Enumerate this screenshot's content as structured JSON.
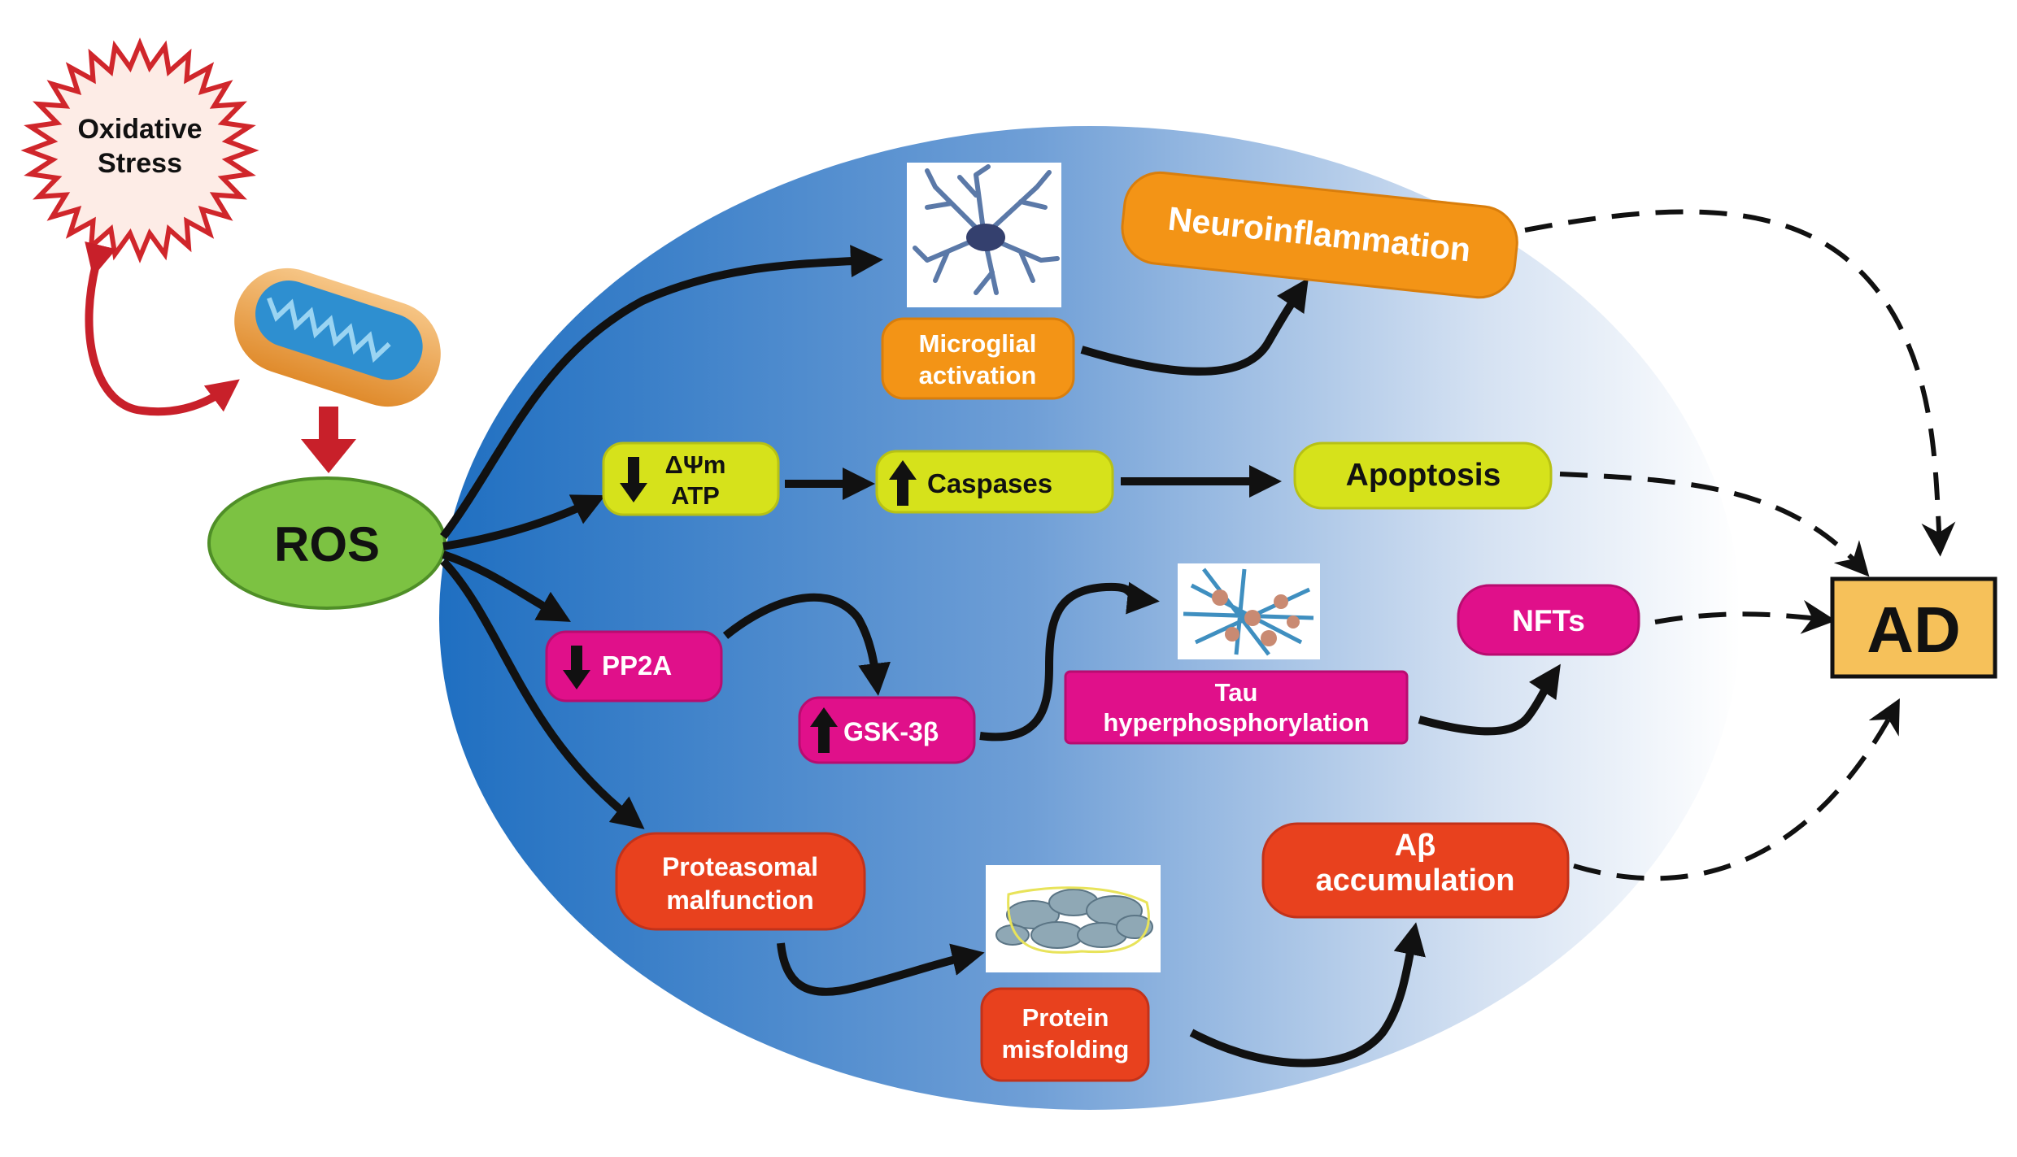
{
  "stress": {
    "line1": "Oxidative",
    "line2": "Stress"
  },
  "ros": "ROS",
  "nodes": {
    "microglial": {
      "line1": "Microglial",
      "line2": "activation"
    },
    "neuroinflammation": "Neuroinflammation",
    "dpsi": {
      "line1": "ΔΨm",
      "line2": "ATP"
    },
    "caspases": "Caspases",
    "apoptosis": "Apoptosis",
    "pp2a": "PP2A",
    "gsk": "GSK-3β",
    "tau": {
      "line1": "Tau",
      "line2": "hyperphosphorylation"
    },
    "nfts": "NFTs",
    "proteasomal": {
      "line1": "Proteasomal",
      "line2": "malfunction"
    },
    "misfolding": {
      "line1": "Protein",
      "line2": "misfolding"
    },
    "abeta": {
      "line1": "Aβ",
      "line2": "accumulation"
    },
    "ad": "AD"
  },
  "icons": {
    "microglia": "microglia-cell-icon",
    "tau": "tau-tangle-icon",
    "protein": "protein-aggregate-icon",
    "mitochondrion": "mitochondrion-icon",
    "up": "up-arrow-icon",
    "down": "down-arrow-icon"
  },
  "colors": {
    "orange": "#F39416",
    "yellow": "#D6E21B",
    "magenta": "#E0108A",
    "red": "#E8411E",
    "green": "#7CC242",
    "ad_box": "#F6C15A",
    "ellipse_dark": "#1F6FC1",
    "arrow_red": "#C8202A"
  }
}
